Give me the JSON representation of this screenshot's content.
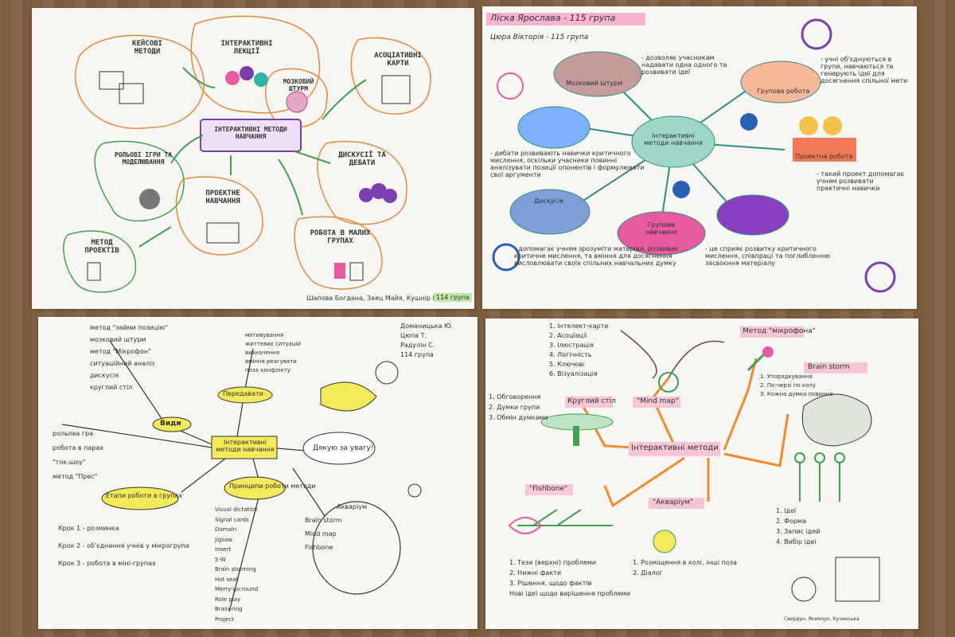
{
  "sheet1": {
    "center": "ІНТЕРАКТИВНІ МЕТОДИ НАВЧАННЯ",
    "nodes": {
      "cases": "КЕЙСОВІ МЕТОДИ",
      "lectures": "ІНТЕРАКТИВНІ ЛЕКЦІЇ",
      "brainstorm": "МОЗКОВИЙ ШТУРМ",
      "assoc": "АСОЦІАТИВНІ КАРТИ",
      "roles": "РОЛЬОВІ ІГРИ ТА МОДЕЛЮВАННЯ",
      "discuss": "ДИСКУСІЇ ТА ДЕБАТИ",
      "project": "ПРОЕКТНЕ НАВЧАННЯ",
      "projects_method": "МЕТОД ПРОЕКТІВ",
      "groups": "РОБОТА В МАЛИХ ГРУПАХ"
    },
    "signature": "Шапова Богдана, Заяц Майя, Кушнір Богдана",
    "group": "114 група"
  },
  "sheet2": {
    "authors": [
      "Ліска Ярослава - 115 група",
      "Цюра Вікторія - 115 група"
    ],
    "center": "Інтерактивні методи навчання",
    "nodes": {
      "brainstorm": "Мозковий штурм",
      "teamwork": "Групова робота",
      "project": "Проектна робота",
      "discussion": "Дискусія",
      "group": "Групове навчання"
    },
    "notes": {
      "brainstorm": "- дозволяє учасникам надавати одна одного та розвивати ідеї",
      "teamwork": "- учні об'єднуються в групи, навчаються та генерують ідеї для досягнення спільної мети",
      "debate": "- дебати розвивають навички критичного мислення, оскільки учасники повинні аналізувати позиції опонентів і формулювати свої аргументи",
      "project": "- такий проект допомагає учням розвивати практичні навички",
      "discussion": "- допомагає учням зрозуміти матеріал, розвиває критичне мислення, та вміння для досягнення висловлювати своїх спільних навчальних думку",
      "group": "- це сприяє розвитку критичного мислення, співпраці та поглибленню засвоєння матеріалу"
    }
  },
  "sheet3": {
    "authors": [
      "Доманицька Ю.",
      "Цюпа Т.",
      "Радулін С.",
      "114 група"
    ],
    "center": "Інтерактивні методи навчання",
    "heads": {
      "types": "Види",
      "pass": "Передавати",
      "stages": "Етапи роботи в групах",
      "principles": "Принципи роботи методи",
      "thanks": "Дякую за увагу!"
    },
    "types_list": [
      "метод \"займи позицію\"",
      "мозковий штурм",
      "метод \"Мікрофон\"",
      "ситуаційний аналіз",
      "дискусія",
      "круглий стіл"
    ],
    "left_list": [
      "рольова гра",
      "робота в парах",
      "\"ток-шоу\"",
      "метод \"Прес\""
    ],
    "pass_list": [
      "мотивування",
      "життєвих ситуацій",
      "визначення",
      "вміння реагувати",
      "поза конфлікту"
    ],
    "stages_list": [
      "Крок 1 - розминка",
      "Крок 2 - об'єднання учнів у мікрогрупи",
      "Крок 3 - робота в міні-групах"
    ],
    "principles_list": [
      "Visual dictation",
      "Signal cards",
      "Domain",
      "Jigsaw",
      "Insert",
      "5-W",
      "Brain storming",
      "Hot seat",
      "Merry-go-round",
      "Role play",
      "Brain-ring",
      "Project"
    ],
    "right_list": [
      "Акваріум",
      "Brain storm",
      "Mind map",
      "Fishbone"
    ]
  },
  "sheet4": {
    "center": "Інтерактивні методи",
    "heads": {
      "micro": "Метод \"мікрофона\"",
      "brain": "Brain storm",
      "mind": "\"Mind map\"",
      "round": "Круглий стіл",
      "fish": "\"Fishbone\"",
      "aqua": "\"Акваріум\""
    },
    "mind_list": [
      "1. Інтелект-карти",
      "2. Асоціації",
      "3. Ілюстрація",
      "4. Логічність",
      "5. Ключові",
      "6. Візуалізація"
    ],
    "round_list": [
      "1. Обговорення",
      "2. Думки групи",
      "3. Обмін думками"
    ],
    "micro_list": [
      "1. Упорядкування",
      "2. По-черзі по колу",
      "3. Кожна думка повинна"
    ],
    "brain_list": [
      "1. Ідеї",
      "2. Форма",
      "3. Запис ідей",
      "4. Вибір ідеї"
    ],
    "fish_list": [
      "1. Тези (верхні) проблеми",
      "2. Нижні факти",
      "3. Рішення, щодо фактів",
      "Нові ідеї щодо вирішення проблеми"
    ],
    "aqua_list": [
      "1. Розміщення в колі, інші поза",
      "2. Діалог"
    ],
    "signature": "Свердун, Якимчук, Кучинська"
  },
  "colors": {
    "orange": "#f08a2c",
    "green": "#3da24b",
    "pink": "#e85aa0",
    "purple": "#7b3fb0",
    "blue": "#2a5fb7",
    "yellow": "#f3e95a"
  }
}
